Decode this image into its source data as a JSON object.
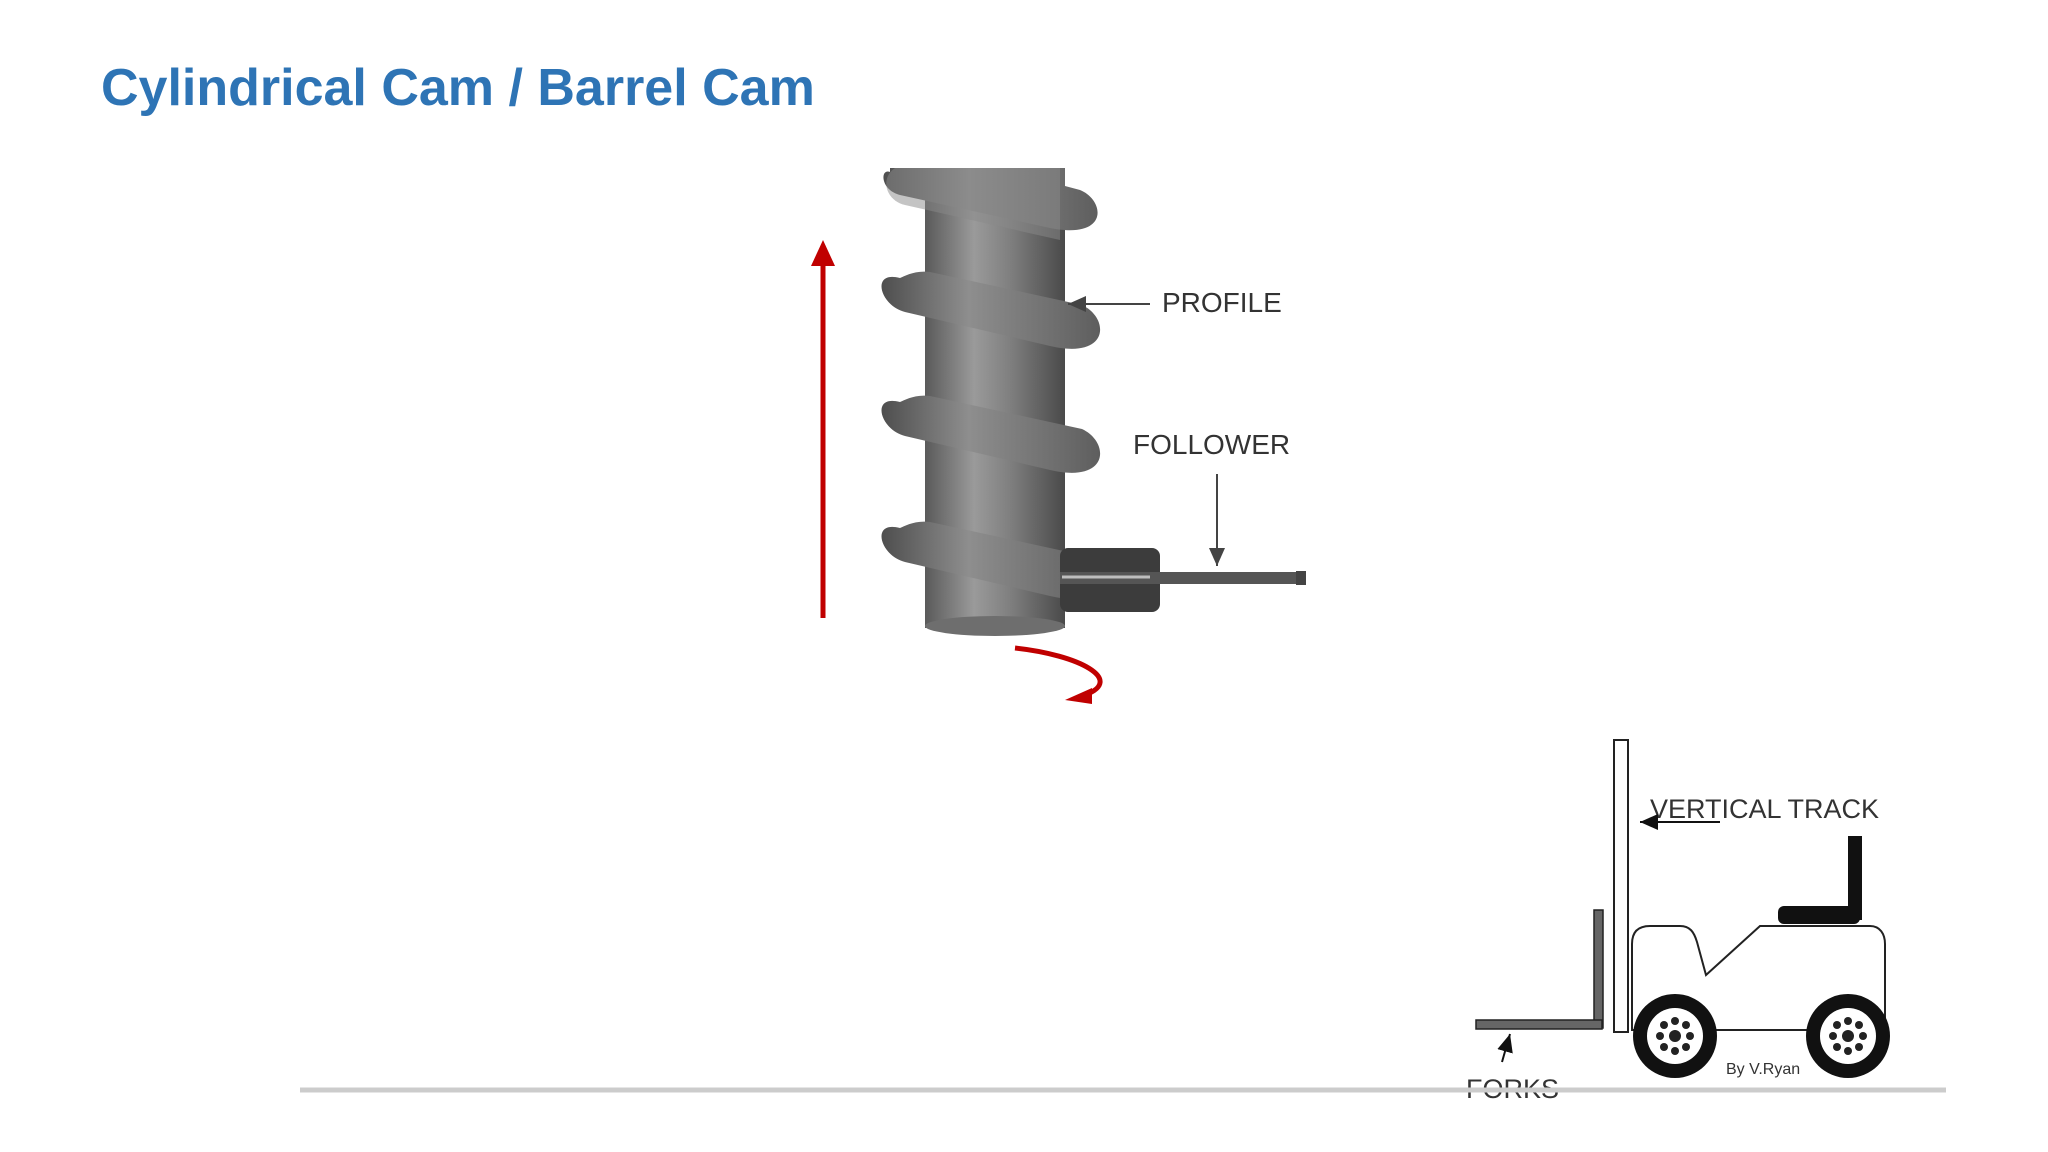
{
  "title": "Cylindrical Cam / Barrel Cam",
  "cam_labels": {
    "profile": "PROFILE",
    "follower": "FOLLOWER"
  },
  "forklift_labels": {
    "vertical_track": "VERTICAL TRACK",
    "forks": "FORKS",
    "credit": "By V.Ryan"
  },
  "colors": {
    "title": "#2e74b5",
    "motion_arrow": "#c00000",
    "cam_body": "#7a7a7a",
    "ground_line": "#cccccc"
  }
}
